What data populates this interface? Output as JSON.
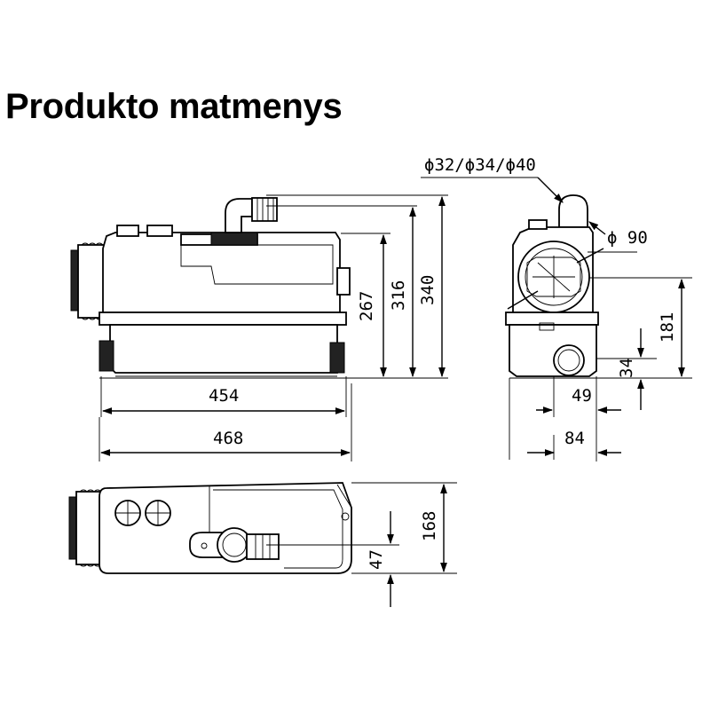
{
  "title": "Produkto matmenys",
  "dimensions": {
    "width_inner": "454",
    "width_total": "468",
    "height_267": "267",
    "height_316": "316",
    "height_340": "340",
    "pipe_label": "ϕ32/ϕ34/ϕ40",
    "inlet_label": "ϕ 90",
    "inlet_height": "181",
    "outlet_height": "34",
    "outlet_offset": "49",
    "side_depth": "84",
    "top_depth": "168",
    "top_offset": "47"
  }
}
